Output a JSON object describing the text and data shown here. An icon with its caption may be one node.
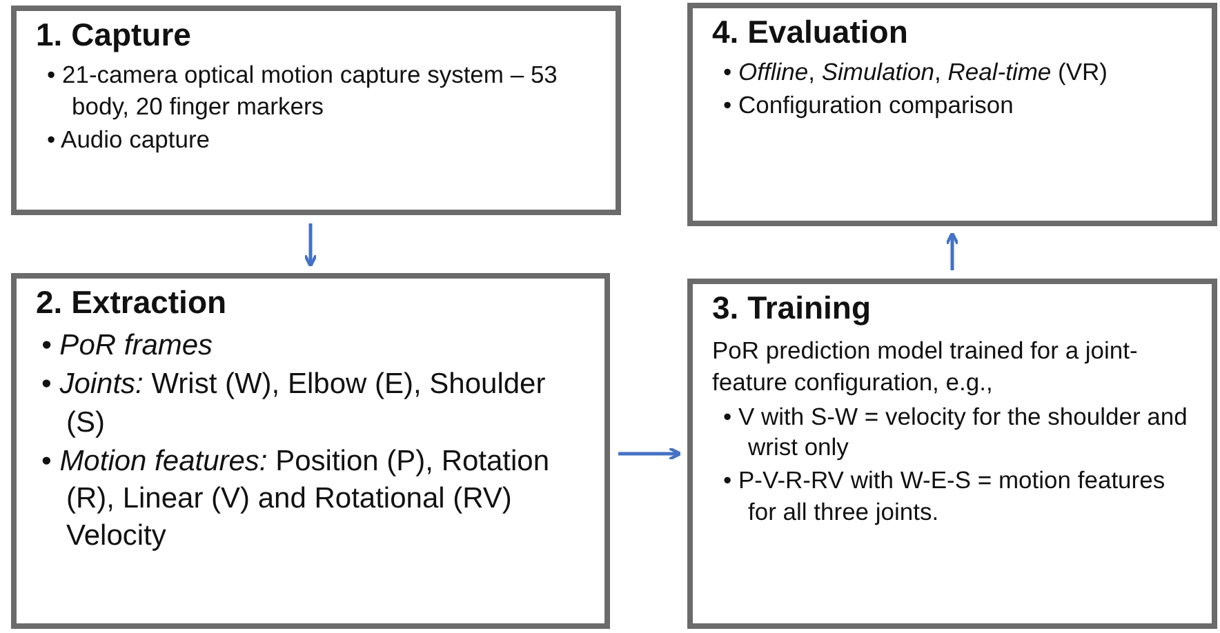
{
  "diagram": {
    "nodes": [
      {
        "text": [
          "1. Capture",
          "• 21-camera optical motion capture system – 53 body, 20 finger markers",
          "• Audio capture"
        ]
      },
      {
        "text": [
          "2. Extraction",
          "• PoR frames",
          "• *Joints:* Wrist (W), Elbow (E), Shoulder (S)",
          "• *Motion features:* Position (P), Rotation (R), Linear (V) and Rotational (RV) Velocity"
        ]
      },
      {
        "text": [
          "3. Training",
          "PoR prediction model trained for a joint-feature configuration, e.g.,",
          "• V with S-W = velocity for the shoulder and wrist only",
          "• P-V-R-RV with W-E-S = motion features for all three joints."
        ]
      },
      {
        "text": [
          "4. Evaluation",
          "• *Offline*, *Simulation*, *Real-time* (VR)",
          "• Configuration comparison"
        ]
      }
    ],
    "edges": [
      {
        "from": 0,
        "to": 1,
        "arrow": "to"
      },
      {
        "from": 1,
        "to": 2,
        "arrow": "to"
      },
      {
        "from": 2,
        "to": 3,
        "arrow": "to"
      }
    ]
  }
}
